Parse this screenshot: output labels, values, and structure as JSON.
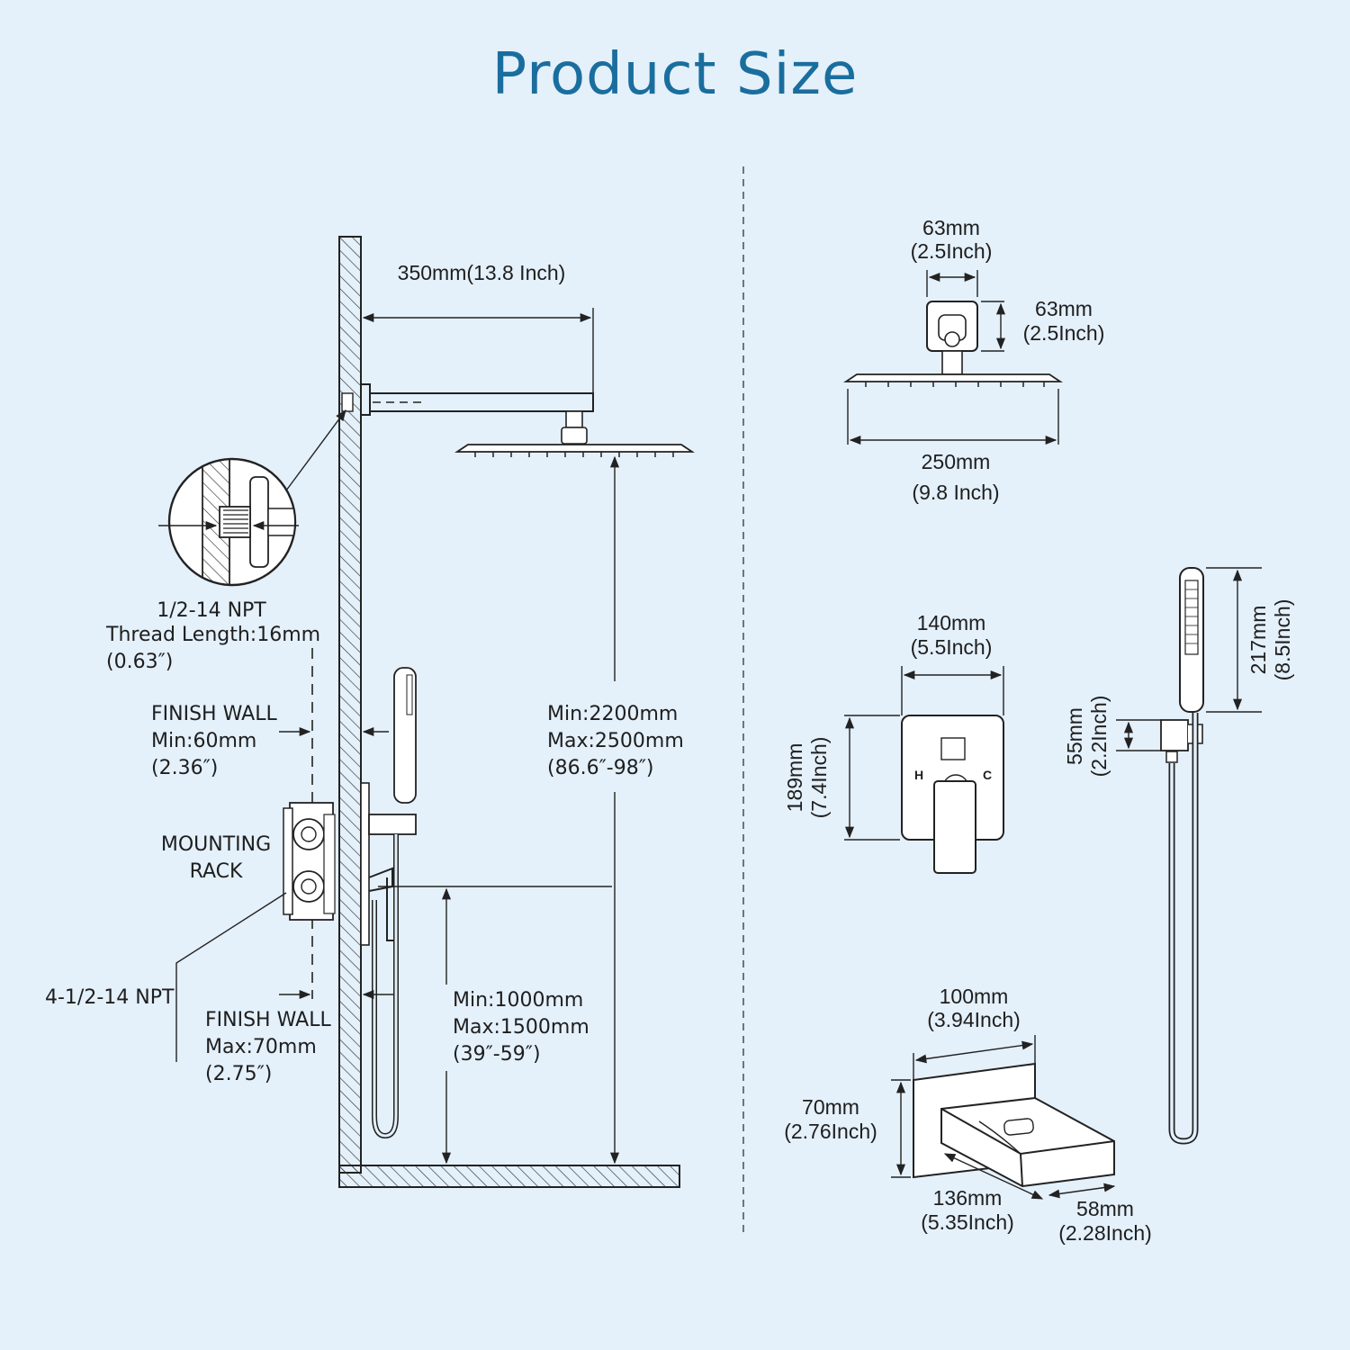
{
  "title": "Product Size",
  "colors": {
    "background": "#e4f0fa",
    "title": "#1a6e9e",
    "line": "#222222"
  },
  "left": {
    "arm_length": "350mm(13.8 Inch)",
    "thread": [
      "1/2-14 NPT",
      "Thread Length:16mm",
      "(0.63″)"
    ],
    "finish_wall_min": [
      "FINISH WALL",
      "Min:60mm",
      "(2.36″)"
    ],
    "mounting_rack": [
      "MOUNTING",
      "RACK"
    ],
    "npt_inlet": "4-1/2-14 NPT",
    "finish_wall_max": [
      "FINISH WALL",
      "Max:70mm",
      "(2.75″)"
    ],
    "head_height": [
      "Min:2200mm",
      "Max:2500mm",
      "(86.6″-98″)"
    ],
    "valve_height": [
      "Min:1000mm",
      "Max:1500mm",
      "(39″-59″)"
    ]
  },
  "right": {
    "head_flange_width": [
      "63mm",
      "(2.5Inch)"
    ],
    "head_flange_height": [
      "63mm",
      "(2.5Inch)"
    ],
    "head_width": [
      "250mm",
      "(9.8 Inch)"
    ],
    "trim_width": [
      "140mm",
      "(5.5Inch)"
    ],
    "trim_height": [
      "189mm",
      "(7.4Inch)"
    ],
    "trim_marks": {
      "hot": "H",
      "cold": "C"
    },
    "handheld_length": [
      "217mm",
      "(8.5Inch)"
    ],
    "holder_height": [
      "55mm",
      "(2.2Inch)"
    ],
    "spout_width": [
      "100mm",
      "(3.94Inch)"
    ],
    "spout_height": [
      "70mm",
      "(2.76Inch)"
    ],
    "spout_length": [
      "136mm",
      "(5.35Inch)"
    ],
    "spout_depth": [
      "58mm",
      "(2.28Inch)"
    ]
  }
}
